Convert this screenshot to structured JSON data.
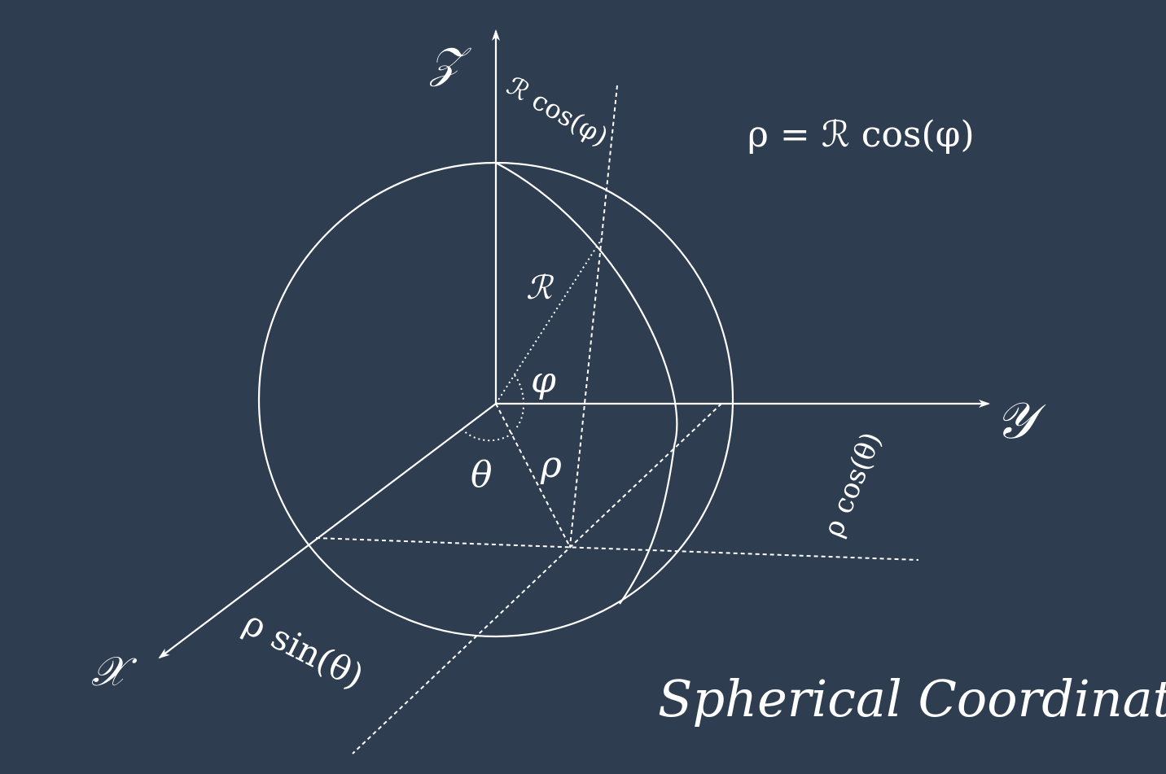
{
  "diagram": {
    "background": "#2e3e50",
    "stroke": "#ffffff",
    "axes": {
      "z": "𝒵",
      "y": "𝒴",
      "x": "𝒳"
    },
    "labels": {
      "R_cos_phi_top": "ℛ cos(φ)",
      "formula": "ρ = ℛ cos(φ)",
      "R": "ℛ",
      "phi": "φ",
      "theta": "θ",
      "rho": "ρ",
      "rho_cos_theta": "ρ cos(θ)",
      "rho_sin_theta": "ρ sin(θ)"
    },
    "caption": "Spherical Coordinates"
  }
}
